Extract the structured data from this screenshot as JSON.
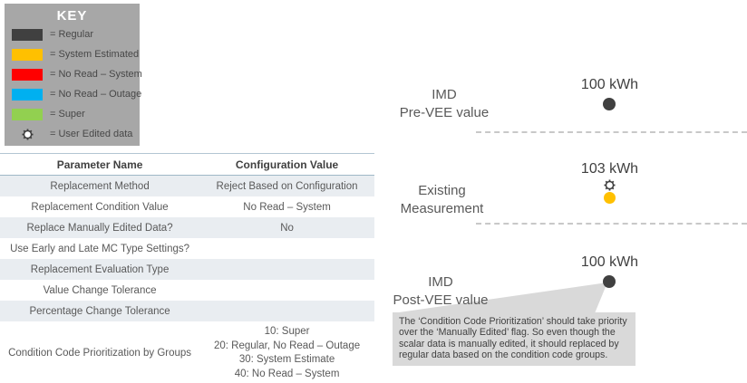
{
  "key": {
    "title": "KEY",
    "background": "#a7a7a7",
    "items": [
      {
        "label": "= Regular",
        "color": "#404040"
      },
      {
        "label": "= System Estimated",
        "color": "#ffc000"
      },
      {
        "label": "= No Read – System",
        "color": "#ff0000"
      },
      {
        "label": "= No Read – Outage",
        "color": "#00b0f0"
      },
      {
        "label": "= Super",
        "color": "#92d050"
      },
      {
        "label": "= User Edited data",
        "color": "",
        "icon": "gear-icon"
      }
    ]
  },
  "table": {
    "headers": [
      "Parameter Name",
      "Configuration Value"
    ],
    "rows": [
      {
        "param": "Replacement Method",
        "value": "Reject Based on Configuration"
      },
      {
        "param": "Replacement Condition Value",
        "value": "No Read – System"
      },
      {
        "param": "Replace Manually Edited Data?",
        "value": "No"
      },
      {
        "param": "Use Early and Late MC Type Settings?",
        "value": ""
      },
      {
        "param": "Replacement Evaluation Type",
        "value": ""
      },
      {
        "param": "Value Change Tolerance",
        "value": ""
      },
      {
        "param": "Percentage Change Tolerance",
        "value": ""
      },
      {
        "param": "Condition Code Prioritization by Groups",
        "value": "10: Super\n20: Regular, No Read – Outage\n30: System Estimate\n40: No Read – System"
      }
    ]
  },
  "diagram": {
    "sections": [
      {
        "label": "IMD\nPre-VEE value",
        "value": "100 kWh",
        "marker": "regular-dot",
        "marker_color": "#404040",
        "user_edited": false
      },
      {
        "label": "Existing\nMeasurement",
        "value": "103 kWh",
        "marker": "system-estimated-dot",
        "marker_color": "#ffc000",
        "user_edited": true
      },
      {
        "label": "IMD\nPost-VEE value",
        "value": "100 kWh",
        "marker": "regular-dot",
        "marker_color": "#404040",
        "user_edited": false
      }
    ],
    "callout": {
      "text": "The ‘Condition Code Prioritization’ should take priority over the ‘Manually Edited’ flag.  So even though the scalar data is manually edited, it should replaced by regular data based on the condition code groups.",
      "background": "#d9d9d9"
    }
  },
  "colors": {
    "regular": "#404040",
    "system_estimated": "#ffc000",
    "no_read_system": "#ff0000",
    "no_read_outage": "#00b0f0",
    "super": "#92d050",
    "table_alt_row": "#e9edf1",
    "table_border": "#9fb8c7",
    "callout_bg": "#d9d9d9",
    "dashed_line": "#c8c8c8"
  }
}
